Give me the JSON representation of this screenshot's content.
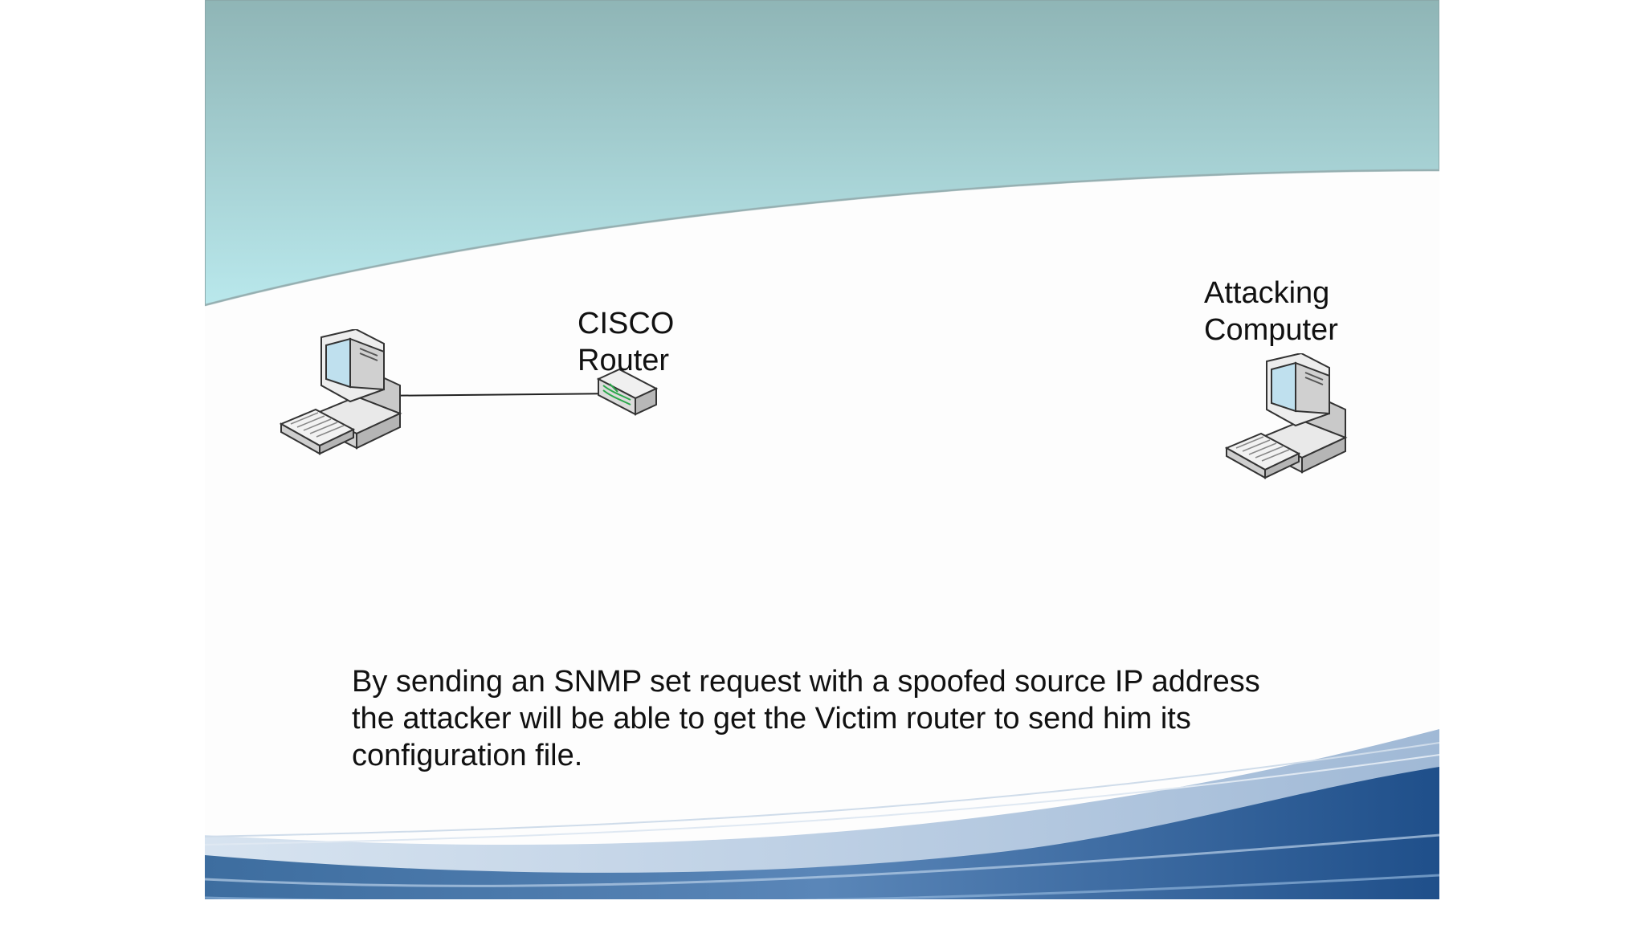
{
  "diagram": {
    "labels": {
      "router_line1": "CISCO",
      "router_line2": "Router",
      "attacker_line1": "Attacking",
      "attacker_line2": "Computer"
    },
    "nodes": [
      {
        "id": "victim-computer",
        "icon": "desktop-computer-icon"
      },
      {
        "id": "cisco-router",
        "icon": "router-icon"
      },
      {
        "id": "attacking-computer",
        "icon": "desktop-computer-icon"
      }
    ],
    "links": [
      {
        "from": "victim-computer",
        "to": "cisco-router"
      }
    ]
  },
  "body_text": {
    "line1": "By sending an SNMP set request with a spoofed source IP address",
    "line2": "the attacker will be able to get the Victim router to send him its",
    "line3": "configuration file."
  },
  "colors": {
    "header_top": "#8fb5b6",
    "header_bottom": "#b8e6ea",
    "wave_dark": "#2d5f96",
    "wave_light": "#8db0d6"
  }
}
